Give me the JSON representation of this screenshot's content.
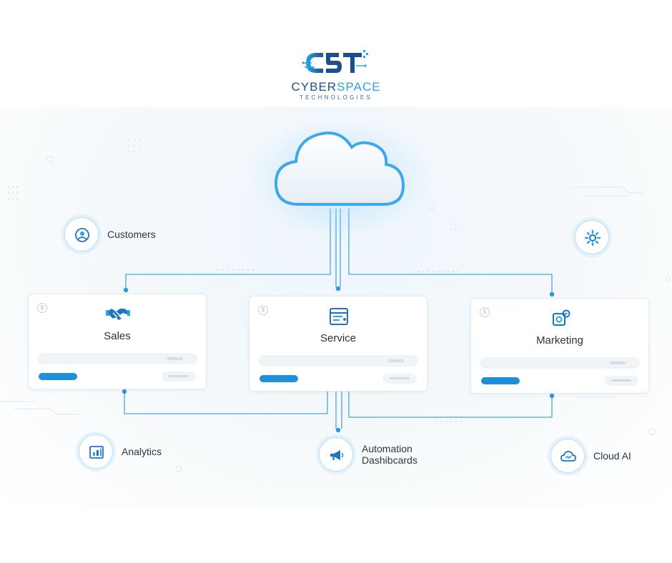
{
  "brand": {
    "name_part1": "CYBER",
    "name_part2": "SPACE",
    "subtitle": "TECHNOLOGIES",
    "colors": {
      "navy": "#1d4f8c",
      "accent": "#2aa4e6",
      "line": "#3fa3dc"
    }
  },
  "cards": [
    {
      "title": "Sales",
      "icon": "handshake-icon"
    },
    {
      "title": "Service",
      "icon": "browser-window-icon"
    },
    {
      "title": "Marketing",
      "icon": "gear-settings-icon"
    }
  ],
  "features": {
    "customers": {
      "label": "Customers",
      "icon": "user-circle-icon"
    },
    "settings": {
      "label": "",
      "icon": "gear-icon"
    },
    "analytics": {
      "label": "Analytics",
      "icon": "analytics-chart-icon"
    },
    "automation": {
      "line1": "Automation",
      "line2": "Dashibcards",
      "icon": "megaphone-icon"
    },
    "cloud_ai": {
      "label": "Cloud AI",
      "icon": "cloud-ai-icon"
    }
  }
}
